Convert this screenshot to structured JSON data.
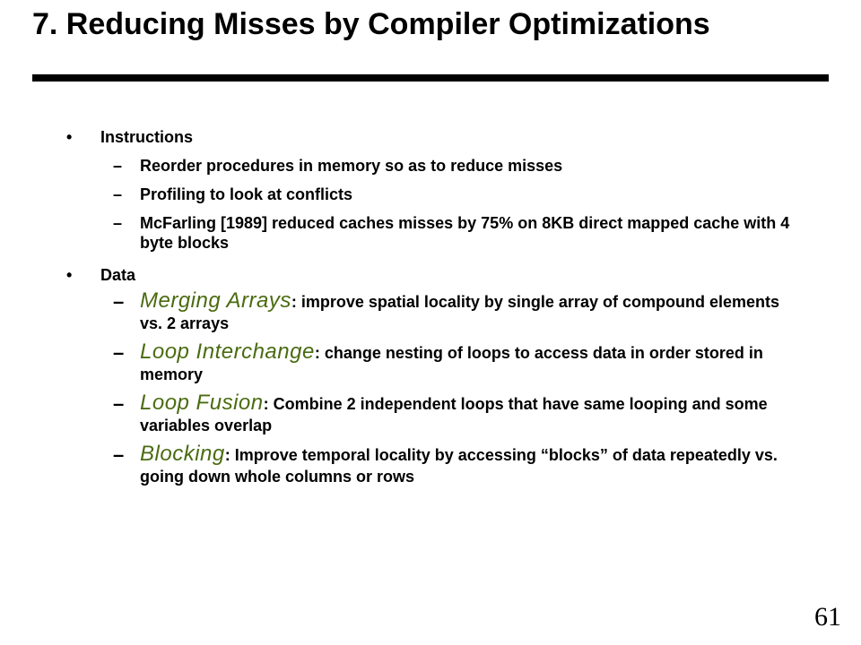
{
  "slide": {
    "title": "7. Reducing Misses by Compiler Optimizations",
    "page_number": "61"
  },
  "bullets": [
    {
      "label": "Instructions",
      "items": [
        {
          "text": "Reorder procedures in memory so as to reduce misses"
        },
        {
          "text": "Profiling to look at conflicts"
        },
        {
          "text": "McFarling [1989] reduced caches misses by 75% on 8KB direct mapped cache with 4 byte blocks"
        }
      ]
    },
    {
      "label": "Data",
      "items": [
        {
          "term": "Merging Arrays",
          "text": ": improve spatial locality by single array of compound elements vs. 2 arrays"
        },
        {
          "term": "Loop Interchange",
          "text": ": change nesting of loops to access data in order stored in memory"
        },
        {
          "term": "Loop Fusion",
          "text": ": Combine 2 independent loops that have same looping and some variables overlap"
        },
        {
          "term": "Blocking",
          "text": ": Improve temporal locality by accessing “blocks” of data repeatedly vs. going down whole columns or rows"
        }
      ]
    }
  ],
  "symbols": {
    "bullet": "•",
    "dash": "–"
  },
  "colors": {
    "term": "#4a6b10",
    "text": "#000000",
    "background": "#ffffff"
  }
}
